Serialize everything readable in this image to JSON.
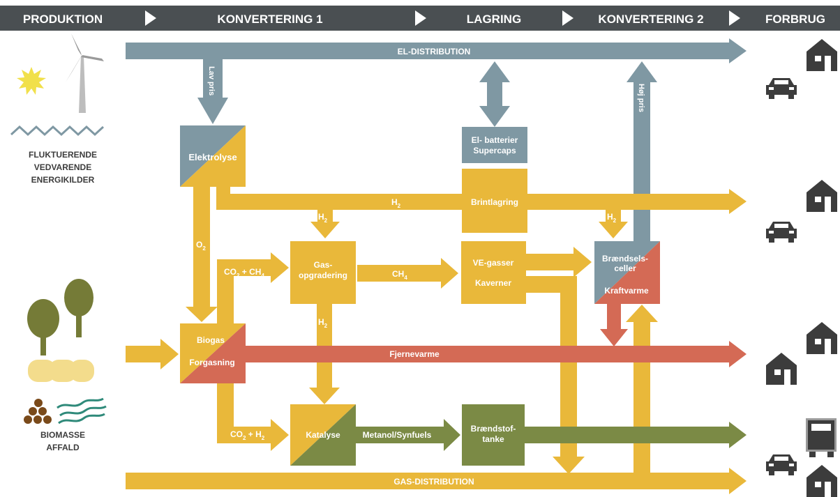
{
  "header": {
    "stages": [
      "PRODUKTION",
      "KONVERTERING 1",
      "LAGRING",
      "KONVERTERING 2",
      "FORBRUG"
    ]
  },
  "colors": {
    "grey_blue": "#7f98a3",
    "yellow": "#e9b83a",
    "red": "#d46a55",
    "green": "#7b8a45",
    "header": "#4a4f52",
    "icon": "#3c3c3c"
  },
  "flows": {
    "el_distribution": "EL-DISTRIBUTION",
    "gas_distribution": "GAS-DISTRIBUTION",
    "fjernevarme": "Fjernevarme",
    "metanol": "Metanol/Synfuels",
    "lav_pris": "Lav pris",
    "hoj_pris": "Høj pris",
    "h2": "H",
    "h2_sub": "2",
    "o2": "O",
    "o2_sub": "2",
    "ch4": "CH",
    "ch4_sub": "4",
    "co2": "CO",
    "co2_sub": "2",
    "plus_ch4": " + CH",
    "plus_h2": " + H"
  },
  "boxes": {
    "elektrolyse": "Elektrolyse",
    "el_batterier_1": "El- batterier",
    "el_batterier_2": "Supercaps",
    "brintlagring": "Brintlagring",
    "gas_opgradering_1": "Gas-",
    "gas_opgradering_2": "opgradering",
    "ve_gasser": "VE-gasser",
    "kaverner": "Kaverner",
    "braendselsceller_1": "Brændsels-",
    "braendselsceller_2": "celler",
    "kraftvarme": "Kraftvarme",
    "biogas": "Biogas",
    "forgasning": "Forgasning",
    "katalyse": "Katalyse",
    "braendstoftanke_1": "Brændstof-",
    "braendstoftanke_2": "tanke"
  },
  "sources": {
    "fluktuerende": [
      "FLUKTUERENDE",
      "VEDVARENDE",
      "ENERGIKILDER"
    ],
    "biomasse": [
      "BIOMASSE",
      "AFFALD"
    ]
  }
}
